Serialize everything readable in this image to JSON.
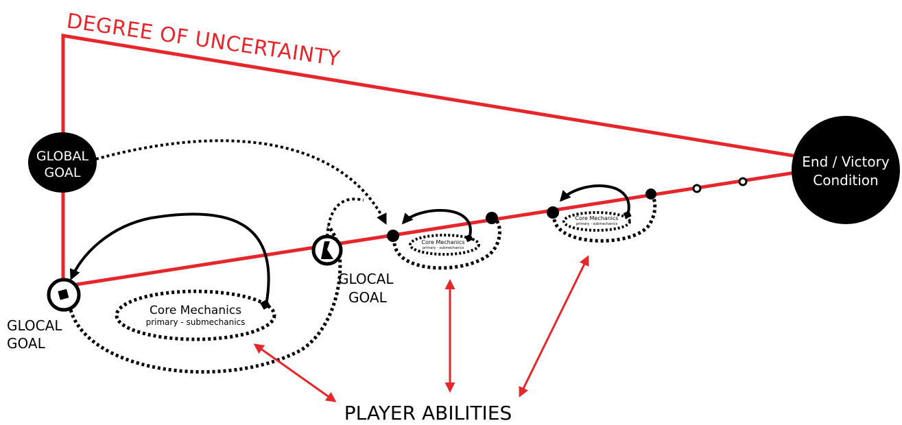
{
  "uncertainty_label": "DEGREE OF UNCERTAINTY",
  "global_goal": [
    "GLOBAL",
    "GOAL"
  ],
  "end_condition": [
    "End / Victory",
    "Condition"
  ],
  "glocal_goal_1": [
    "GLOCAL",
    "GOAL"
  ],
  "glocal_goal_2": [
    "GLOCAL",
    "GOAL"
  ],
  "core_mechanics_large": {
    "title": "Core Mechanics",
    "sub": "primary - submechanics"
  },
  "core_mechanics_mid": {
    "title": "Core Mechanics",
    "sub": "primary - submechanics"
  },
  "core_mechanics_small": {
    "title": "Core Mechanics",
    "sub": "primary - submechanics"
  },
  "player_abilities": "PLAYER ABILITIES",
  "colors": {
    "accent": "#e5262b",
    "ink": "#000000",
    "background": "#ffffff"
  }
}
